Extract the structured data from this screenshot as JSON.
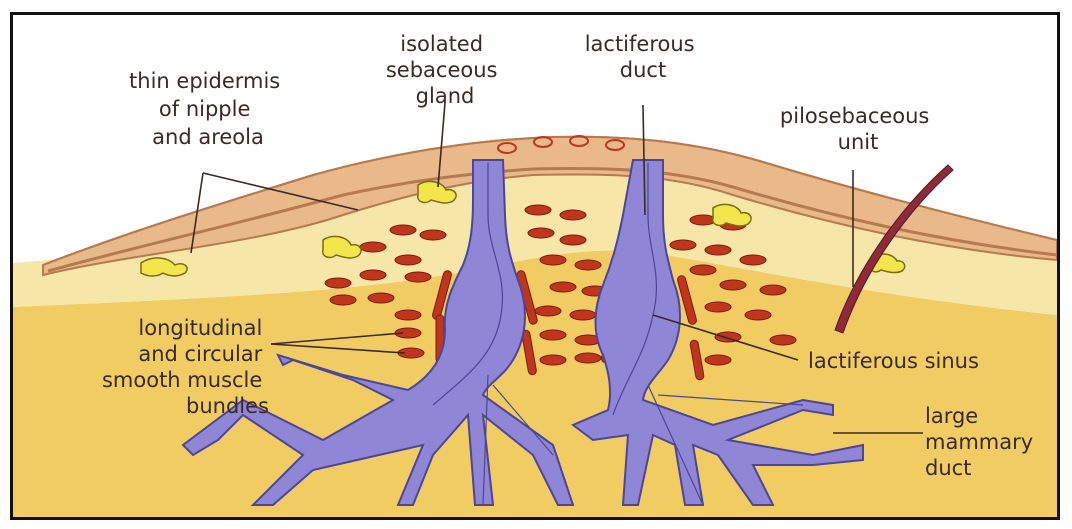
{
  "labels": {
    "epidermis": [
      "thin epidermis",
      "of nipple",
      "and areola"
    ],
    "sebaceous": [
      "isolated",
      "sebaceous",
      "gland"
    ],
    "duct": [
      "lactiferous",
      "duct"
    ],
    "pilo": [
      "pilosebaceous",
      "unit"
    ],
    "muscle": [
      "longitudinal",
      "and circular",
      "smooth muscle",
      "bundles"
    ],
    "sinus": [
      "lactiferous sinus"
    ],
    "mammary": [
      "large",
      "mammary",
      "duct"
    ]
  },
  "colors": {
    "skin": "#e9b98a",
    "skin_edge": "#b77a4e",
    "dermis": "#f6e7a9",
    "fat": "#f0cc63",
    "duct": "#8f86d6",
    "duct_edge": "#4d4596",
    "muscle": "#c0361c",
    "gland": "#f2e64a",
    "hair": "#8f2a3b"
  }
}
